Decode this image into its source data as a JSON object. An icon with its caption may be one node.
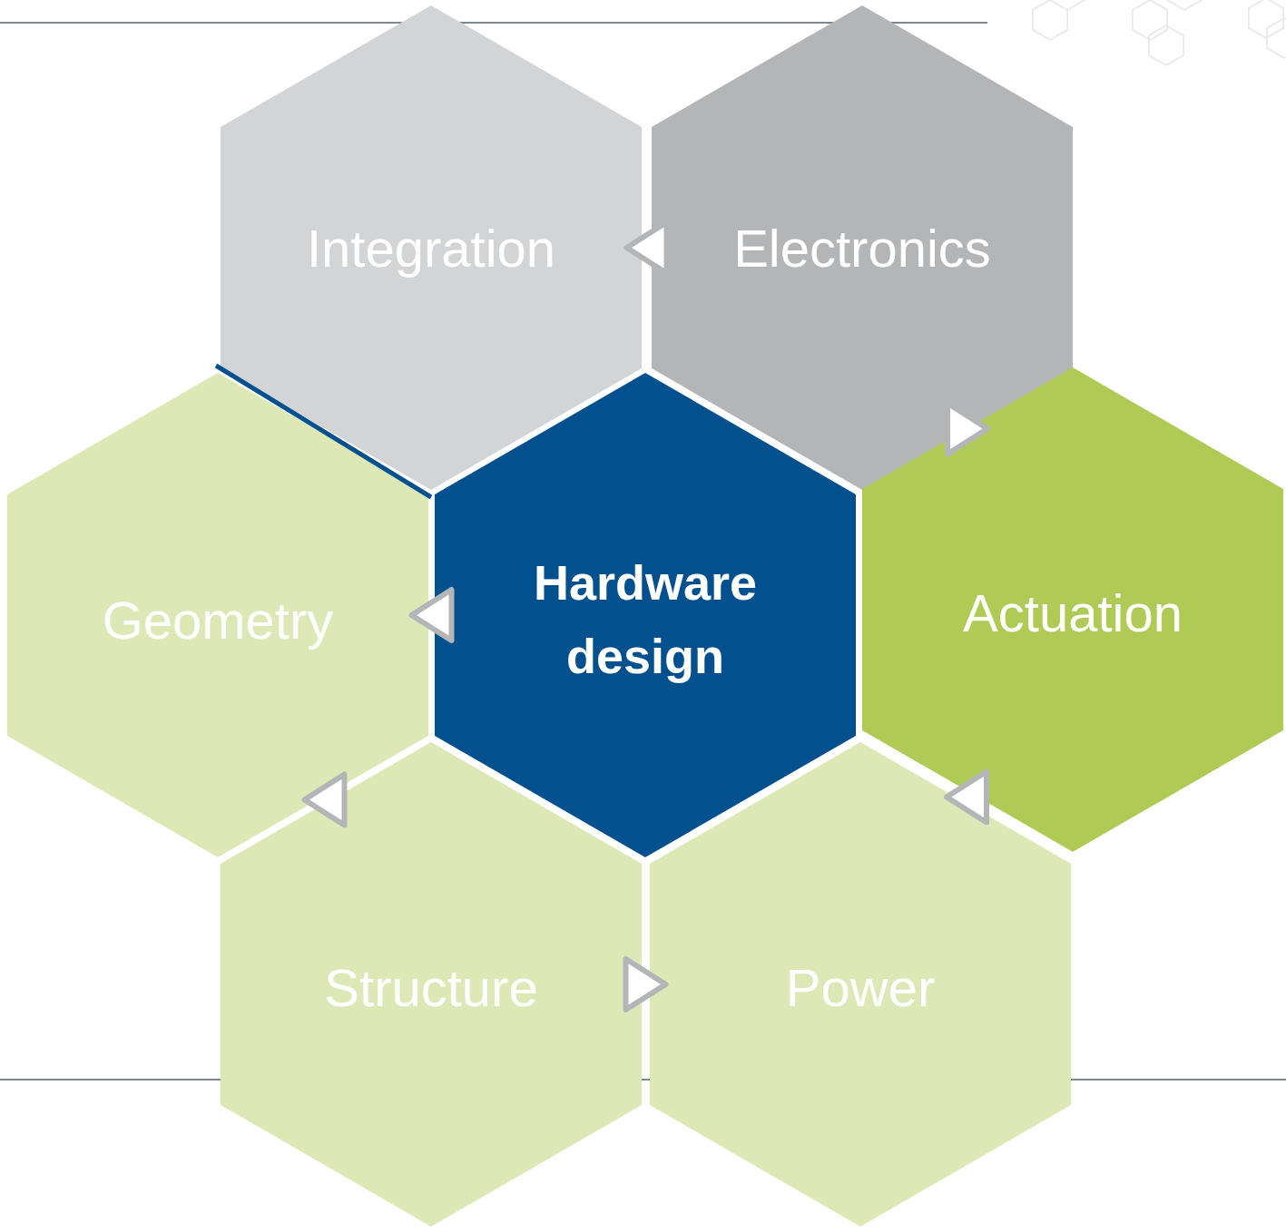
{
  "diagram": {
    "nodes": [
      {
        "text": [
          "Integration"
        ]
      },
      {
        "text": [
          "Electronics"
        ]
      },
      {
        "text": [
          "Geometry"
        ]
      },
      {
        "text": [
          "Hardware design"
        ]
      },
      {
        "text": [
          "Actuation"
        ]
      },
      {
        "text": [
          "Structure"
        ]
      },
      {
        "text": [
          "Power"
        ]
      }
    ],
    "edges": [
      {
        "from": 1,
        "to": 0,
        "arrow": "to"
      },
      {
        "from": 1,
        "to": 4,
        "arrow": "to"
      },
      {
        "from": 4,
        "to": 6,
        "arrow": "to"
      },
      {
        "from": 5,
        "to": 6,
        "arrow": "to"
      },
      {
        "from": 5,
        "to": 2,
        "arrow": "to"
      },
      {
        "from": 3,
        "to": 2,
        "arrow": "to"
      }
    ]
  }
}
